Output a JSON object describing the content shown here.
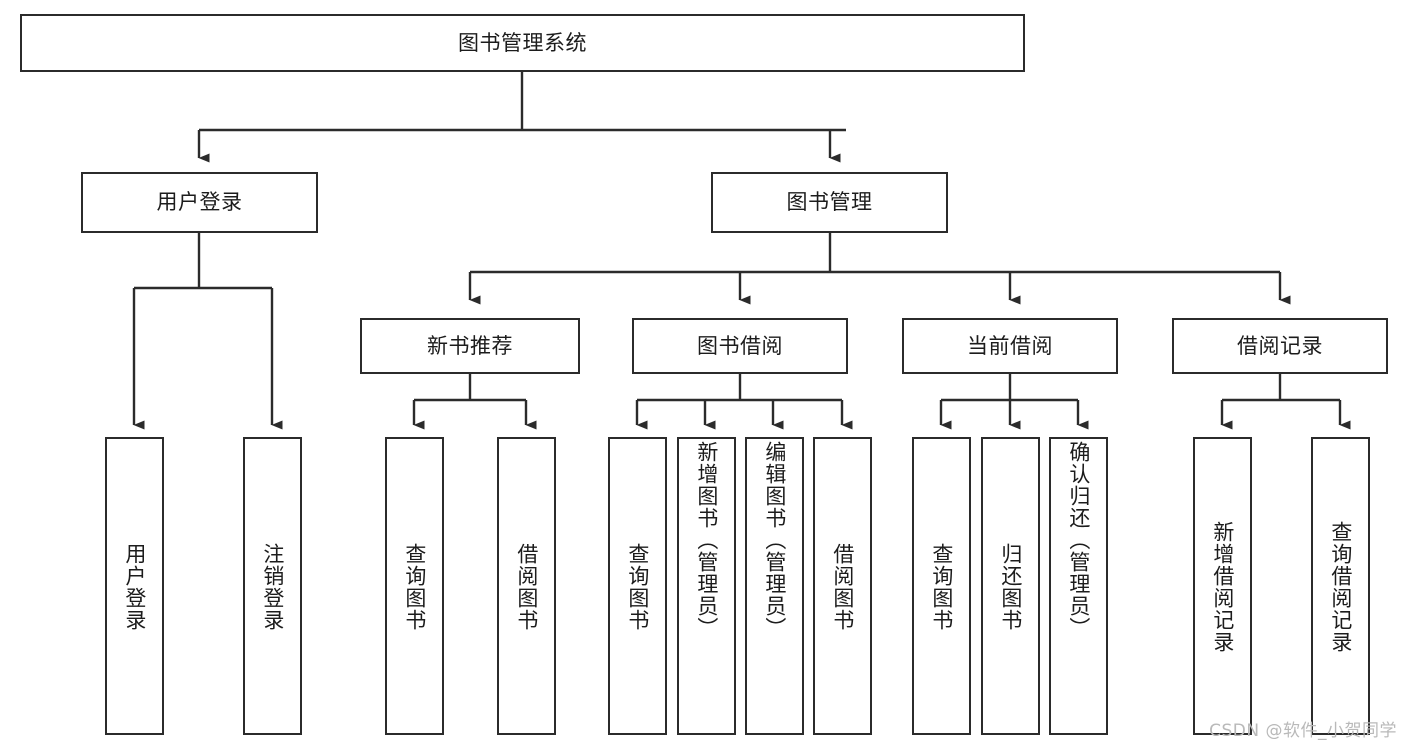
{
  "diagram": {
    "title": "图书管理系统",
    "type": "tree",
    "root": {
      "label": "图书管理系统"
    },
    "level2": [
      {
        "label": "用户登录"
      },
      {
        "label": "图书管理"
      }
    ],
    "level3": [
      {
        "label": "新书推荐"
      },
      {
        "label": "图书借阅"
      },
      {
        "label": "当前借阅"
      },
      {
        "label": "借阅记录"
      }
    ],
    "leaves": {
      "user_login": [
        {
          "label": "用户登录"
        },
        {
          "label": "注销登录"
        }
      ],
      "new_book_recommend": [
        {
          "label": "查询图书"
        },
        {
          "label": "借阅图书"
        }
      ],
      "book_borrow": [
        {
          "label": "查询图书"
        },
        {
          "label": "新增图书（管理员）"
        },
        {
          "label": "编辑图书（管理员）"
        },
        {
          "label": "借阅图书"
        }
      ],
      "current_borrow": [
        {
          "label": "查询图书"
        },
        {
          "label": "归还图书"
        },
        {
          "label": "确认归还（管理员）"
        }
      ],
      "borrow_record": [
        {
          "label": "新增借阅记录"
        },
        {
          "label": "查询借阅记录"
        }
      ]
    }
  },
  "watermark": {
    "text": "CSDN @软件_小贺同学"
  },
  "colors": {
    "stroke": "#2b2b2b",
    "fill": "#ffffff",
    "text": "#1c1c1c",
    "watermark": "#b9b9b9"
  }
}
